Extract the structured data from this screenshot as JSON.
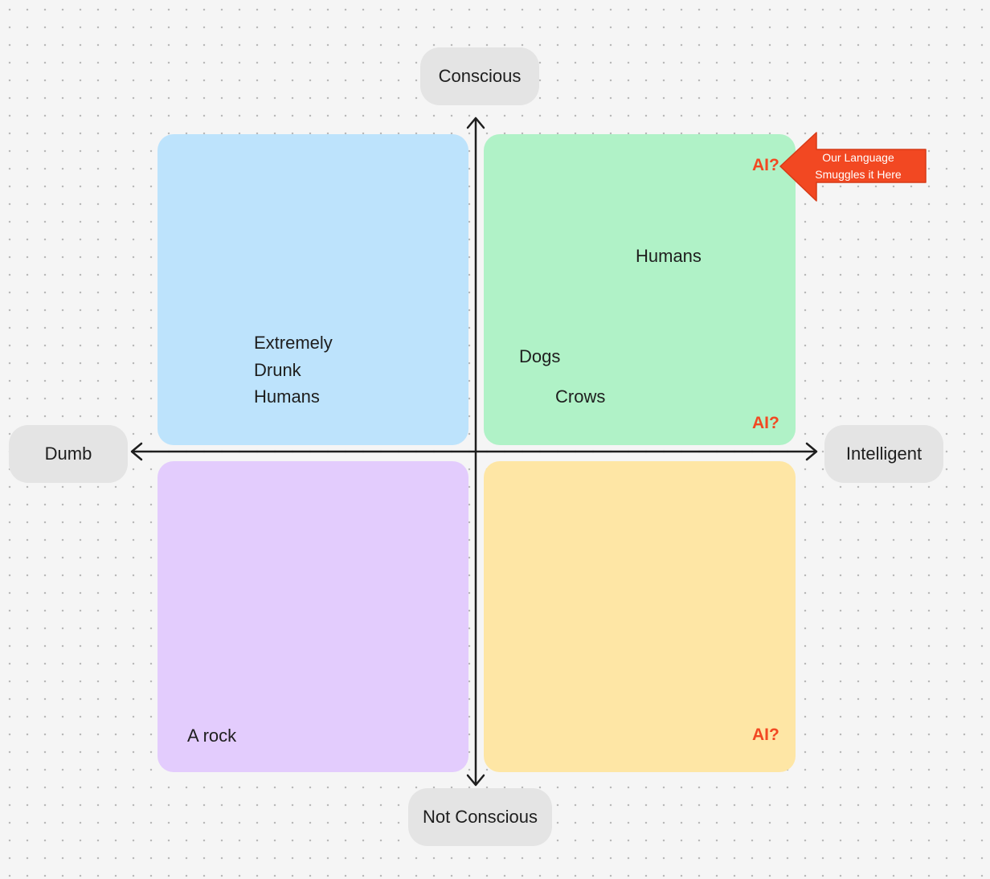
{
  "colors": {
    "quadrant_top_left": "#bde3fc",
    "quadrant_top_right": "#b0f2c7",
    "quadrant_bottom_left": "#e3ccfd",
    "quadrant_bottom_right": "#fee6a5",
    "axis_label_bg": "#e4e4e4",
    "accent": "#f24822",
    "canvas": "#f5f5f5"
  },
  "axes": {
    "top": "Conscious",
    "bottom": "Not Conscious",
    "left": "Dumb",
    "right": "Intelligent"
  },
  "quadrants": {
    "top_left": {
      "items": [
        "Extremely",
        "Drunk",
        "Humans"
      ]
    },
    "top_right": {
      "items": [
        "Humans",
        "Dogs",
        "Crows"
      ],
      "markers": [
        "AI?",
        "AI?"
      ]
    },
    "bottom_left": {
      "items": [
        "A rock"
      ]
    },
    "bottom_right": {
      "markers": [
        "AI?"
      ]
    }
  },
  "callout": {
    "lines": [
      "Our Language",
      "Smuggles it Here"
    ],
    "icon": "arrow-left-icon"
  }
}
